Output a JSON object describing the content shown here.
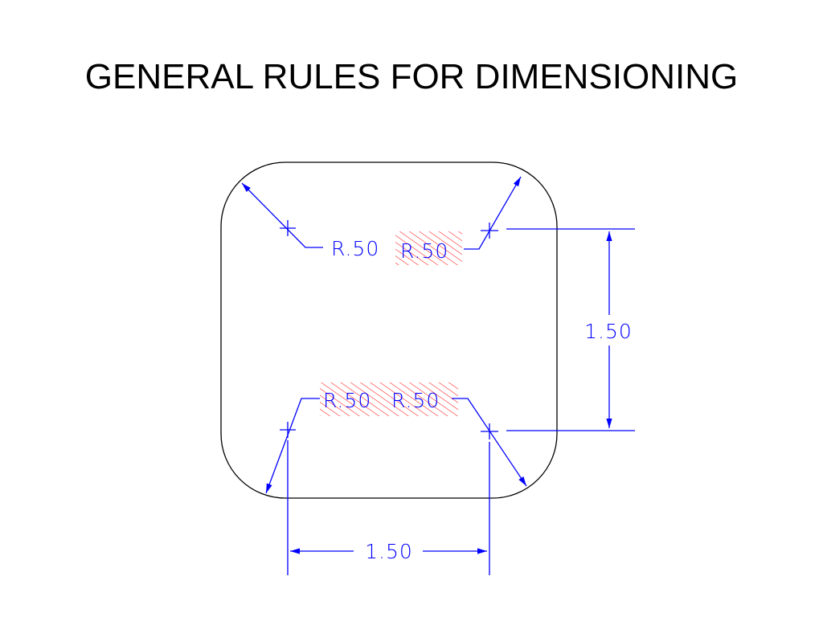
{
  "title": "GENERAL RULES FOR DIMENSIONING",
  "labels": {
    "radius_top_left": "R.50",
    "radius_top_right": "R.50",
    "radius_bottom_left": "R.50",
    "radius_bottom_right": "R.50",
    "vertical_dimension": "1.50",
    "horizontal_dimension": "1.50"
  },
  "colors": {
    "outline": "#000000",
    "dimension": "#0000ff",
    "hatch": "#ff0000"
  }
}
